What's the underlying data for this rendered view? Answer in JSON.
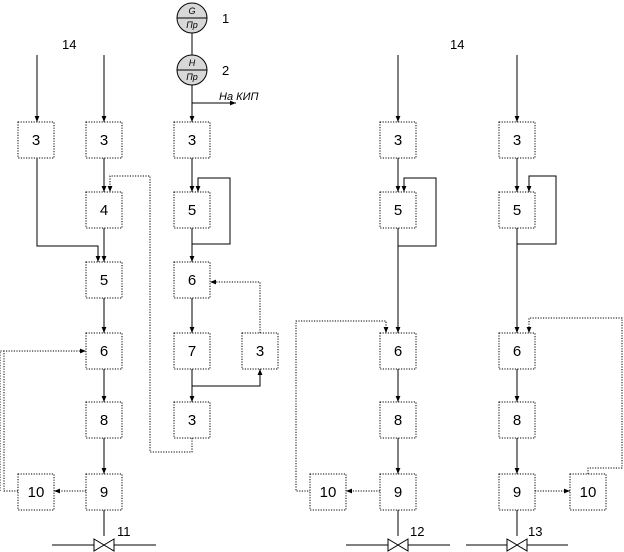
{
  "colors": {
    "line": "#000000",
    "background": "#ffffff",
    "gauge_fill": "#d8d8d8"
  },
  "labels": {
    "num_1": "1",
    "num_2": "2",
    "num_14_left": "14",
    "num_14_right": "14",
    "num_11": "11",
    "num_12": "12",
    "num_13": "13",
    "to_kip": "На КИП"
  },
  "gauges": {
    "g1_top": "G",
    "g1_bottom": "Пр",
    "g2_top": "H",
    "g2_bottom": "Пр"
  },
  "blocks": {
    "a3": "3",
    "a4": "4",
    "a5": "5",
    "a6": "6",
    "a8": "8",
    "a9": "9",
    "a10": "10",
    "b3a": "3",
    "c3": "3",
    "c5": "5",
    "c6": "6",
    "c7": "7",
    "c3b": "3",
    "c3c": "3",
    "d3": "3",
    "d5": "5",
    "d6": "6",
    "d8": "8",
    "d9": "9",
    "d10": "10",
    "e3": "3",
    "e5": "5",
    "e6": "6",
    "e8": "8",
    "e9": "9",
    "e10": "10"
  }
}
